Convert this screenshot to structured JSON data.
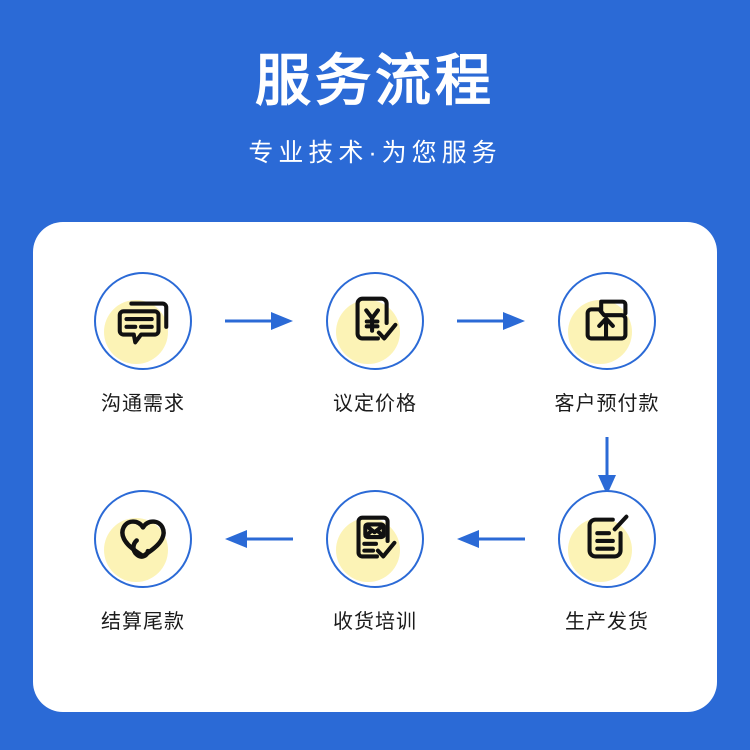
{
  "header": {
    "title": "服务流程",
    "subtitle": "专业技术·为您服务"
  },
  "colors": {
    "background_blue": "#2B6AD6",
    "card_white": "#FFFFFF",
    "accent_yellow": "#FCF3B6",
    "icon_black": "#111111",
    "label_text": "#1B1B1B"
  },
  "flow": {
    "steps": [
      {
        "index": 1,
        "label": "沟通需求",
        "icon": "chat-bubbles-icon"
      },
      {
        "index": 2,
        "label": "议定价格",
        "icon": "price-document-yen-check-icon"
      },
      {
        "index": 3,
        "label": "客户预付款",
        "icon": "folder-upload-icon"
      },
      {
        "index": 4,
        "label": "生产发货",
        "icon": "document-pen-icon"
      },
      {
        "index": 5,
        "label": "收货培训",
        "icon": "document-mail-check-icon"
      },
      {
        "index": 6,
        "label": "结算尾款",
        "icon": "handshake-icon"
      }
    ],
    "connectors": [
      {
        "from": 1,
        "to": 2,
        "direction": "right"
      },
      {
        "from": 2,
        "to": 3,
        "direction": "right"
      },
      {
        "from": 3,
        "to": 4,
        "direction": "down"
      },
      {
        "from": 4,
        "to": 5,
        "direction": "left"
      },
      {
        "from": 5,
        "to": 6,
        "direction": "left"
      }
    ]
  }
}
